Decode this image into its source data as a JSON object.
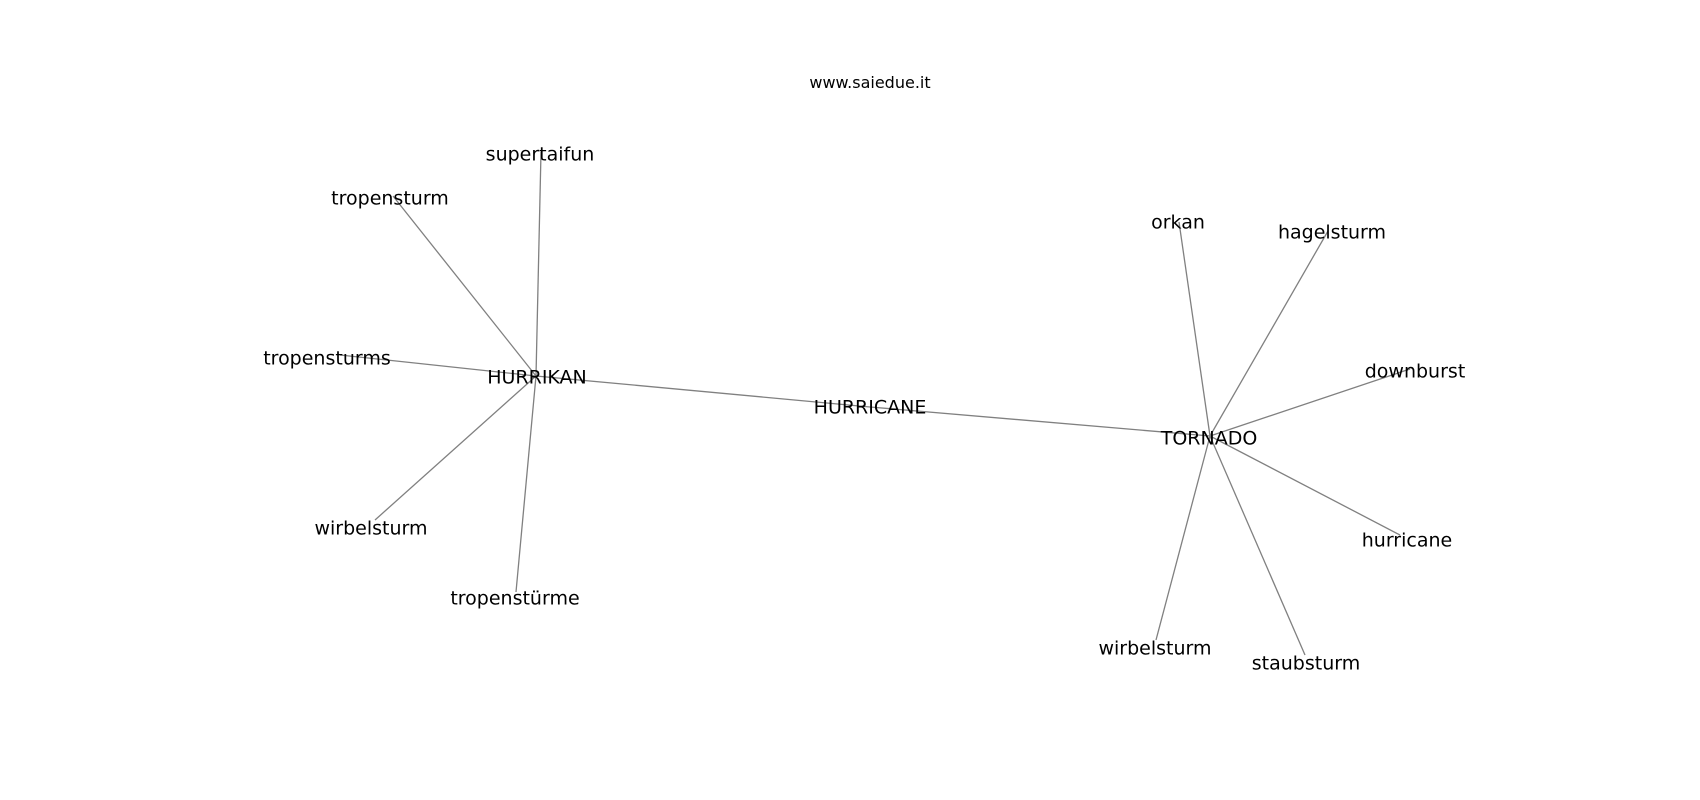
{
  "header": {
    "site": "www.saiedue.it"
  },
  "graph": {
    "nodes": [
      {
        "id": "hurricane_main",
        "label": "HURRICANE"
      },
      {
        "id": "hurrikan",
        "label": "HURRIKAN"
      },
      {
        "id": "tornado",
        "label": "TORNADO"
      },
      {
        "id": "supertaifun",
        "label": "supertaifun"
      },
      {
        "id": "tropensturm",
        "label": "tropensturm"
      },
      {
        "id": "tropensturms",
        "label": "tropensturms"
      },
      {
        "id": "wirbelsturm_1",
        "label": "wirbelsturm"
      },
      {
        "id": "tropenstuerme",
        "label": "tropenstürme"
      },
      {
        "id": "orkan",
        "label": "orkan"
      },
      {
        "id": "hagelsturm",
        "label": "hagelsturm"
      },
      {
        "id": "downburst",
        "label": "downburst"
      },
      {
        "id": "hurricane_small",
        "label": "hurricane"
      },
      {
        "id": "staubsturm",
        "label": "staubsturm"
      },
      {
        "id": "wirbelsturm_2",
        "label": "wirbelsturm"
      }
    ],
    "edges": [
      {
        "source": "hurrikan",
        "target": "hurricane_main"
      },
      {
        "source": "hurricane_main",
        "target": "tornado"
      },
      {
        "source": "hurrikan",
        "target": "supertaifun"
      },
      {
        "source": "hurrikan",
        "target": "tropensturm"
      },
      {
        "source": "hurrikan",
        "target": "tropensturms"
      },
      {
        "source": "hurrikan",
        "target": "wirbelsturm_1"
      },
      {
        "source": "hurrikan",
        "target": "tropenstuerme"
      },
      {
        "source": "tornado",
        "target": "orkan"
      },
      {
        "source": "tornado",
        "target": "hagelsturm"
      },
      {
        "source": "tornado",
        "target": "downburst"
      },
      {
        "source": "tornado",
        "target": "hurricane_small"
      },
      {
        "source": "tornado",
        "target": "staubsturm"
      },
      {
        "source": "tornado",
        "target": "wirbelsturm_2"
      }
    ]
  }
}
